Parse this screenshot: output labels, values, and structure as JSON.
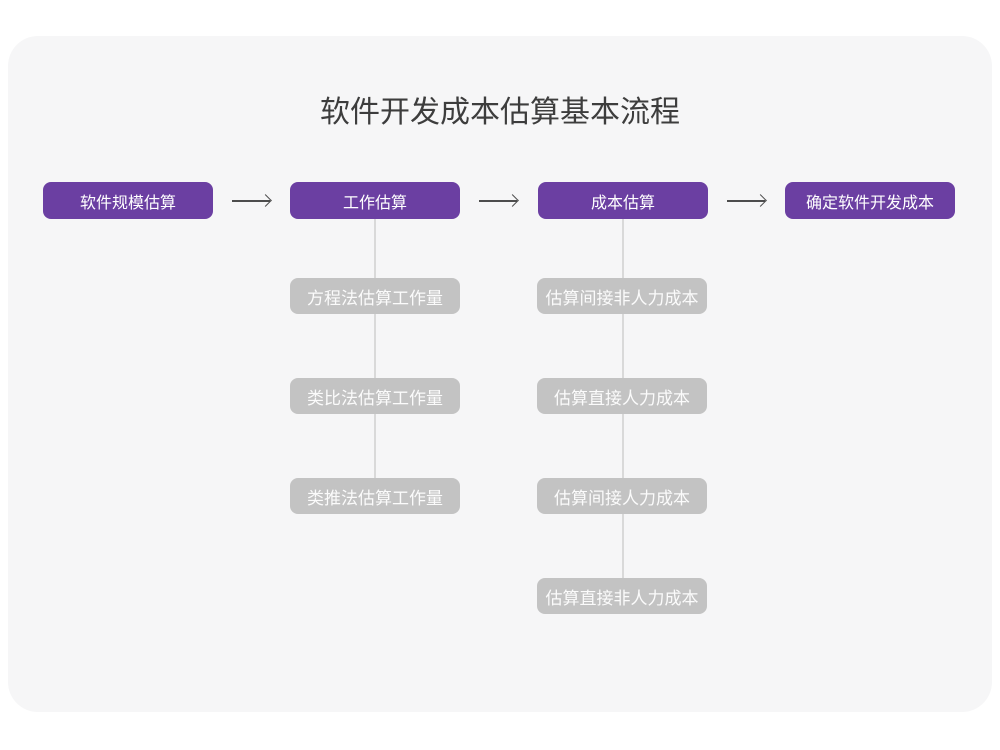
{
  "title": "软件开发成本估算基本流程",
  "flow": {
    "steps": [
      {
        "id": "scale",
        "label": "软件规模估算"
      },
      {
        "id": "work",
        "label": "工作估算"
      },
      {
        "id": "cost",
        "label": "成本估算"
      },
      {
        "id": "final",
        "label": "确定软件开发成本"
      }
    ]
  },
  "branches": {
    "work": {
      "parent": "工作估算",
      "items": [
        "方程法估算工作量",
        "类比法估算工作量",
        "类推法估算工作量"
      ]
    },
    "cost": {
      "parent": "成本估算",
      "items": [
        "估算间接非人力成本",
        "估算直接人力成本",
        "估算间接人力成本",
        "估算直接非人力成本"
      ]
    }
  },
  "colors": {
    "primary_node": "#6b3fa2",
    "sub_node": "#c3c3c3",
    "card_background": "#f6f6f7",
    "connector": "#d9d9d9",
    "arrow": "#4d4d4d",
    "title_text": "#3d3d3d",
    "node_text": "#ffffff"
  }
}
